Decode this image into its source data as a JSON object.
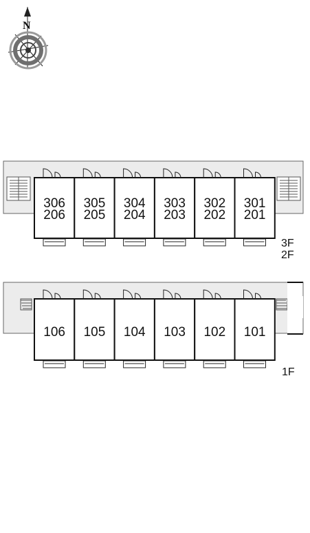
{
  "compass": {
    "north_label": "N",
    "icon": "north-arrow-compass-icon"
  },
  "upper_block": {
    "floor_labels": [
      "3F",
      "2F"
    ],
    "units": [
      {
        "top": "306",
        "bottom": "206"
      },
      {
        "top": "305",
        "bottom": "205"
      },
      {
        "top": "304",
        "bottom": "204"
      },
      {
        "top": "303",
        "bottom": "203"
      },
      {
        "top": "302",
        "bottom": "202"
      },
      {
        "top": "301",
        "bottom": "201"
      }
    ]
  },
  "lower_block": {
    "floor_label": "1F",
    "units": [
      {
        "label": "106"
      },
      {
        "label": "105"
      },
      {
        "label": "104"
      },
      {
        "label": "103"
      },
      {
        "label": "102"
      },
      {
        "label": "101"
      }
    ]
  }
}
